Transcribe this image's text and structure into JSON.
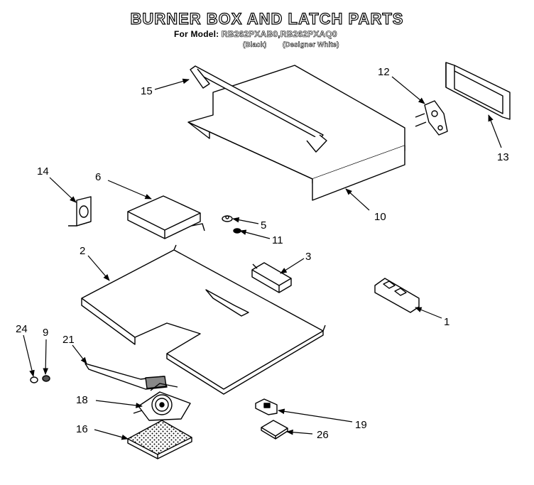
{
  "title": "BURNER BOX AND LATCH PARTS",
  "model_prefix": "For Model:",
  "models": "RB262PXAB0,RB262PXAQ0",
  "variant_black": "(Black)",
  "variant_white": "(Designer White)",
  "callouts": [
    "15",
    "12",
    "13",
    "14",
    "6",
    "10",
    "5",
    "11",
    "2",
    "3",
    "1",
    "24",
    "9",
    "21",
    "18",
    "19",
    "16",
    "26"
  ]
}
